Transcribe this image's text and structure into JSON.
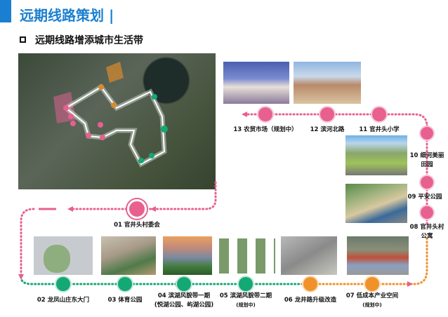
{
  "header": {
    "title": "远期线路策划 |",
    "subtitle": "远期线路增添城市生活带"
  },
  "colors": {
    "accent": "#1a7fd0",
    "pink": "#e8608f",
    "green": "#13a874",
    "orange": "#f0922b"
  },
  "stops": [
    {
      "num": "01",
      "name": "官井头村委会",
      "color": "pink"
    },
    {
      "num": "02",
      "name": "龙凤山庄东大门",
      "color": "green"
    },
    {
      "num": "03",
      "name": "体育公园",
      "color": "green"
    },
    {
      "num": "04",
      "name": "滨湖风貌带一期",
      "note": "(悦湖公园、屿湖公园)",
      "color": "green"
    },
    {
      "num": "05",
      "name": "滨湖风貌带二期",
      "note": "(规划中)",
      "color": "green"
    },
    {
      "num": "06",
      "name": "龙井路升级改造",
      "color": "orange"
    },
    {
      "num": "07",
      "name": "低成本产业空间",
      "note": "(规划中)",
      "color": "orange"
    },
    {
      "num": "08",
      "name": "官井头村",
      "name2": "公寓",
      "color": "pink"
    },
    {
      "num": "09",
      "name": "平安公园",
      "color": "pink"
    },
    {
      "num": "10",
      "name": "细河美丽",
      "name2": "田园",
      "color": "pink"
    },
    {
      "num": "11",
      "name": "官井头小学",
      "color": "pink"
    },
    {
      "num": "12",
      "name": "滨河北路",
      "color": "pink"
    },
    {
      "num": "13",
      "name": "农贸市场（规划中）",
      "color": "pink"
    }
  ]
}
